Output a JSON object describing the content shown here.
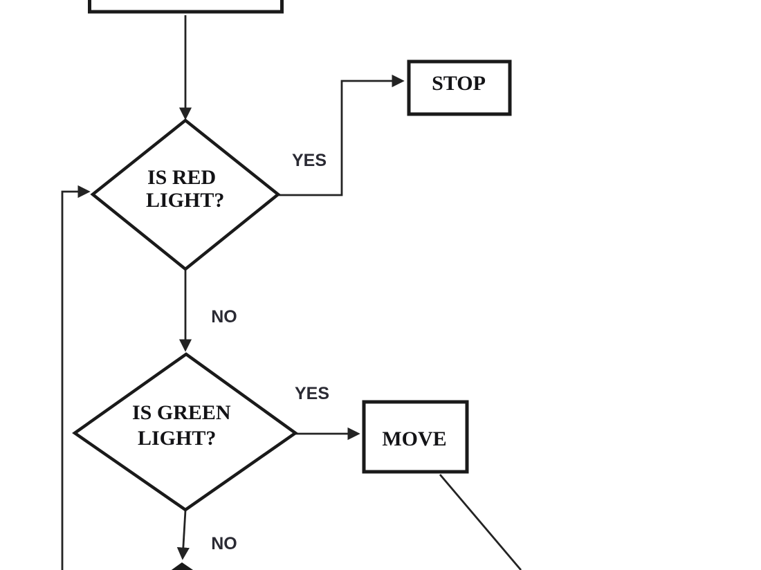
{
  "flowchart": {
    "nodes": {
      "decision_red": {
        "line1": "IS RED",
        "line2": "LIGHT?"
      },
      "stop": {
        "label": "STOP"
      },
      "decision_green": {
        "line1": "IS GREEN",
        "line2": "LIGHT?"
      },
      "move": {
        "label": "MOVE"
      }
    },
    "edges": {
      "red_yes_label": "YES",
      "red_no_label": "NO",
      "green_yes_label": "YES",
      "green_no_label": "NO"
    },
    "colors": {
      "connector_line": "#232323",
      "shape_border": "#1a1a1a",
      "node_text": "#131316",
      "edge_label_text": "#2a2a33",
      "background": "#ffffff"
    }
  }
}
